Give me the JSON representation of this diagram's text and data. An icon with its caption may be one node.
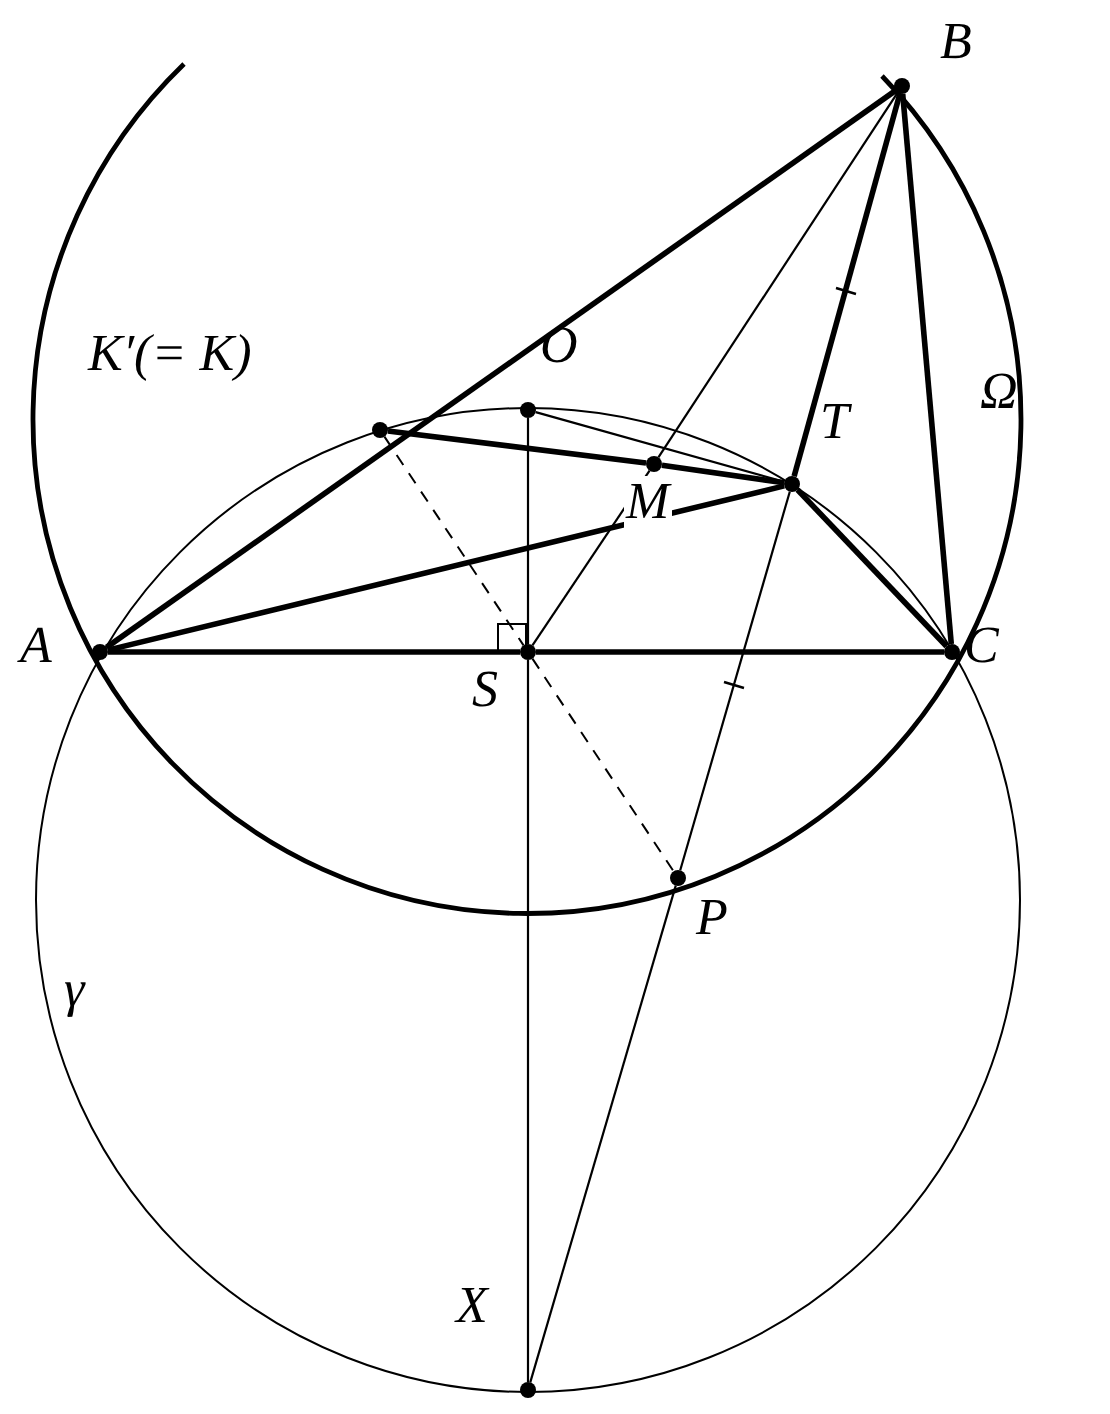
{
  "diagram": {
    "nodes": [
      {
        "text": [],
        "shape": "circle",
        "beside": [
          "A"
        ]
      },
      {
        "text": [],
        "shape": "circle",
        "beside": [
          "B"
        ]
      },
      {
        "text": [],
        "shape": "circle",
        "beside": [
          "C"
        ]
      },
      {
        "text": [],
        "shape": "circle",
        "beside": [
          "O"
        ]
      },
      {
        "text": [],
        "shape": "circle",
        "beside": [
          "S"
        ]
      },
      {
        "text": [],
        "shape": "circle",
        "beside": [
          "T"
        ]
      },
      {
        "text": [],
        "shape": "circle",
        "beside": [
          "M"
        ]
      },
      {
        "text": [],
        "shape": "circle",
        "beside": [
          "K′(= K)"
        ]
      },
      {
        "text": [],
        "shape": "circle",
        "beside": [
          "P"
        ]
      },
      {
        "text": [],
        "shape": "circle",
        "beside": [
          "X"
        ]
      }
    ],
    "edges": [
      {
        "from": 0,
        "to": 1,
        "arrow": "none",
        "style": "thick"
      },
      {
        "from": 1,
        "to": 2,
        "arrow": "none",
        "style": "thick"
      },
      {
        "from": 0,
        "to": 4,
        "arrow": "none",
        "style": "thick"
      },
      {
        "from": 4,
        "to": 2,
        "arrow": "none",
        "style": "thick"
      },
      {
        "from": 1,
        "to": 5,
        "arrow": "none",
        "style": "thick"
      },
      {
        "from": 5,
        "to": 2,
        "arrow": "none",
        "style": "thick"
      },
      {
        "from": 0,
        "to": 5,
        "arrow": "none",
        "style": "thick"
      },
      {
        "from": 7,
        "to": 6,
        "arrow": "none",
        "style": "thick"
      },
      {
        "from": 6,
        "to": 5,
        "arrow": "none",
        "style": "thick"
      },
      {
        "from": 1,
        "to": 6,
        "arrow": "none"
      },
      {
        "from": 6,
        "to": 4,
        "arrow": "none"
      },
      {
        "from": 3,
        "to": 4,
        "arrow": "none"
      },
      {
        "from": 4,
        "to": 9,
        "arrow": "none"
      },
      {
        "from": 3,
        "to": 5,
        "arrow": "none"
      },
      {
        "from": 5,
        "to": 8,
        "arrow": "none"
      },
      {
        "from": 8,
        "to": 9,
        "arrow": "none"
      },
      {
        "from": 7,
        "to": 4,
        "arrow": "none",
        "style": "dashed"
      },
      {
        "from": 4,
        "to": 8,
        "arrow": "none",
        "style": "dashed"
      }
    ],
    "labels": [
      "Ω",
      "γ"
    ]
  }
}
